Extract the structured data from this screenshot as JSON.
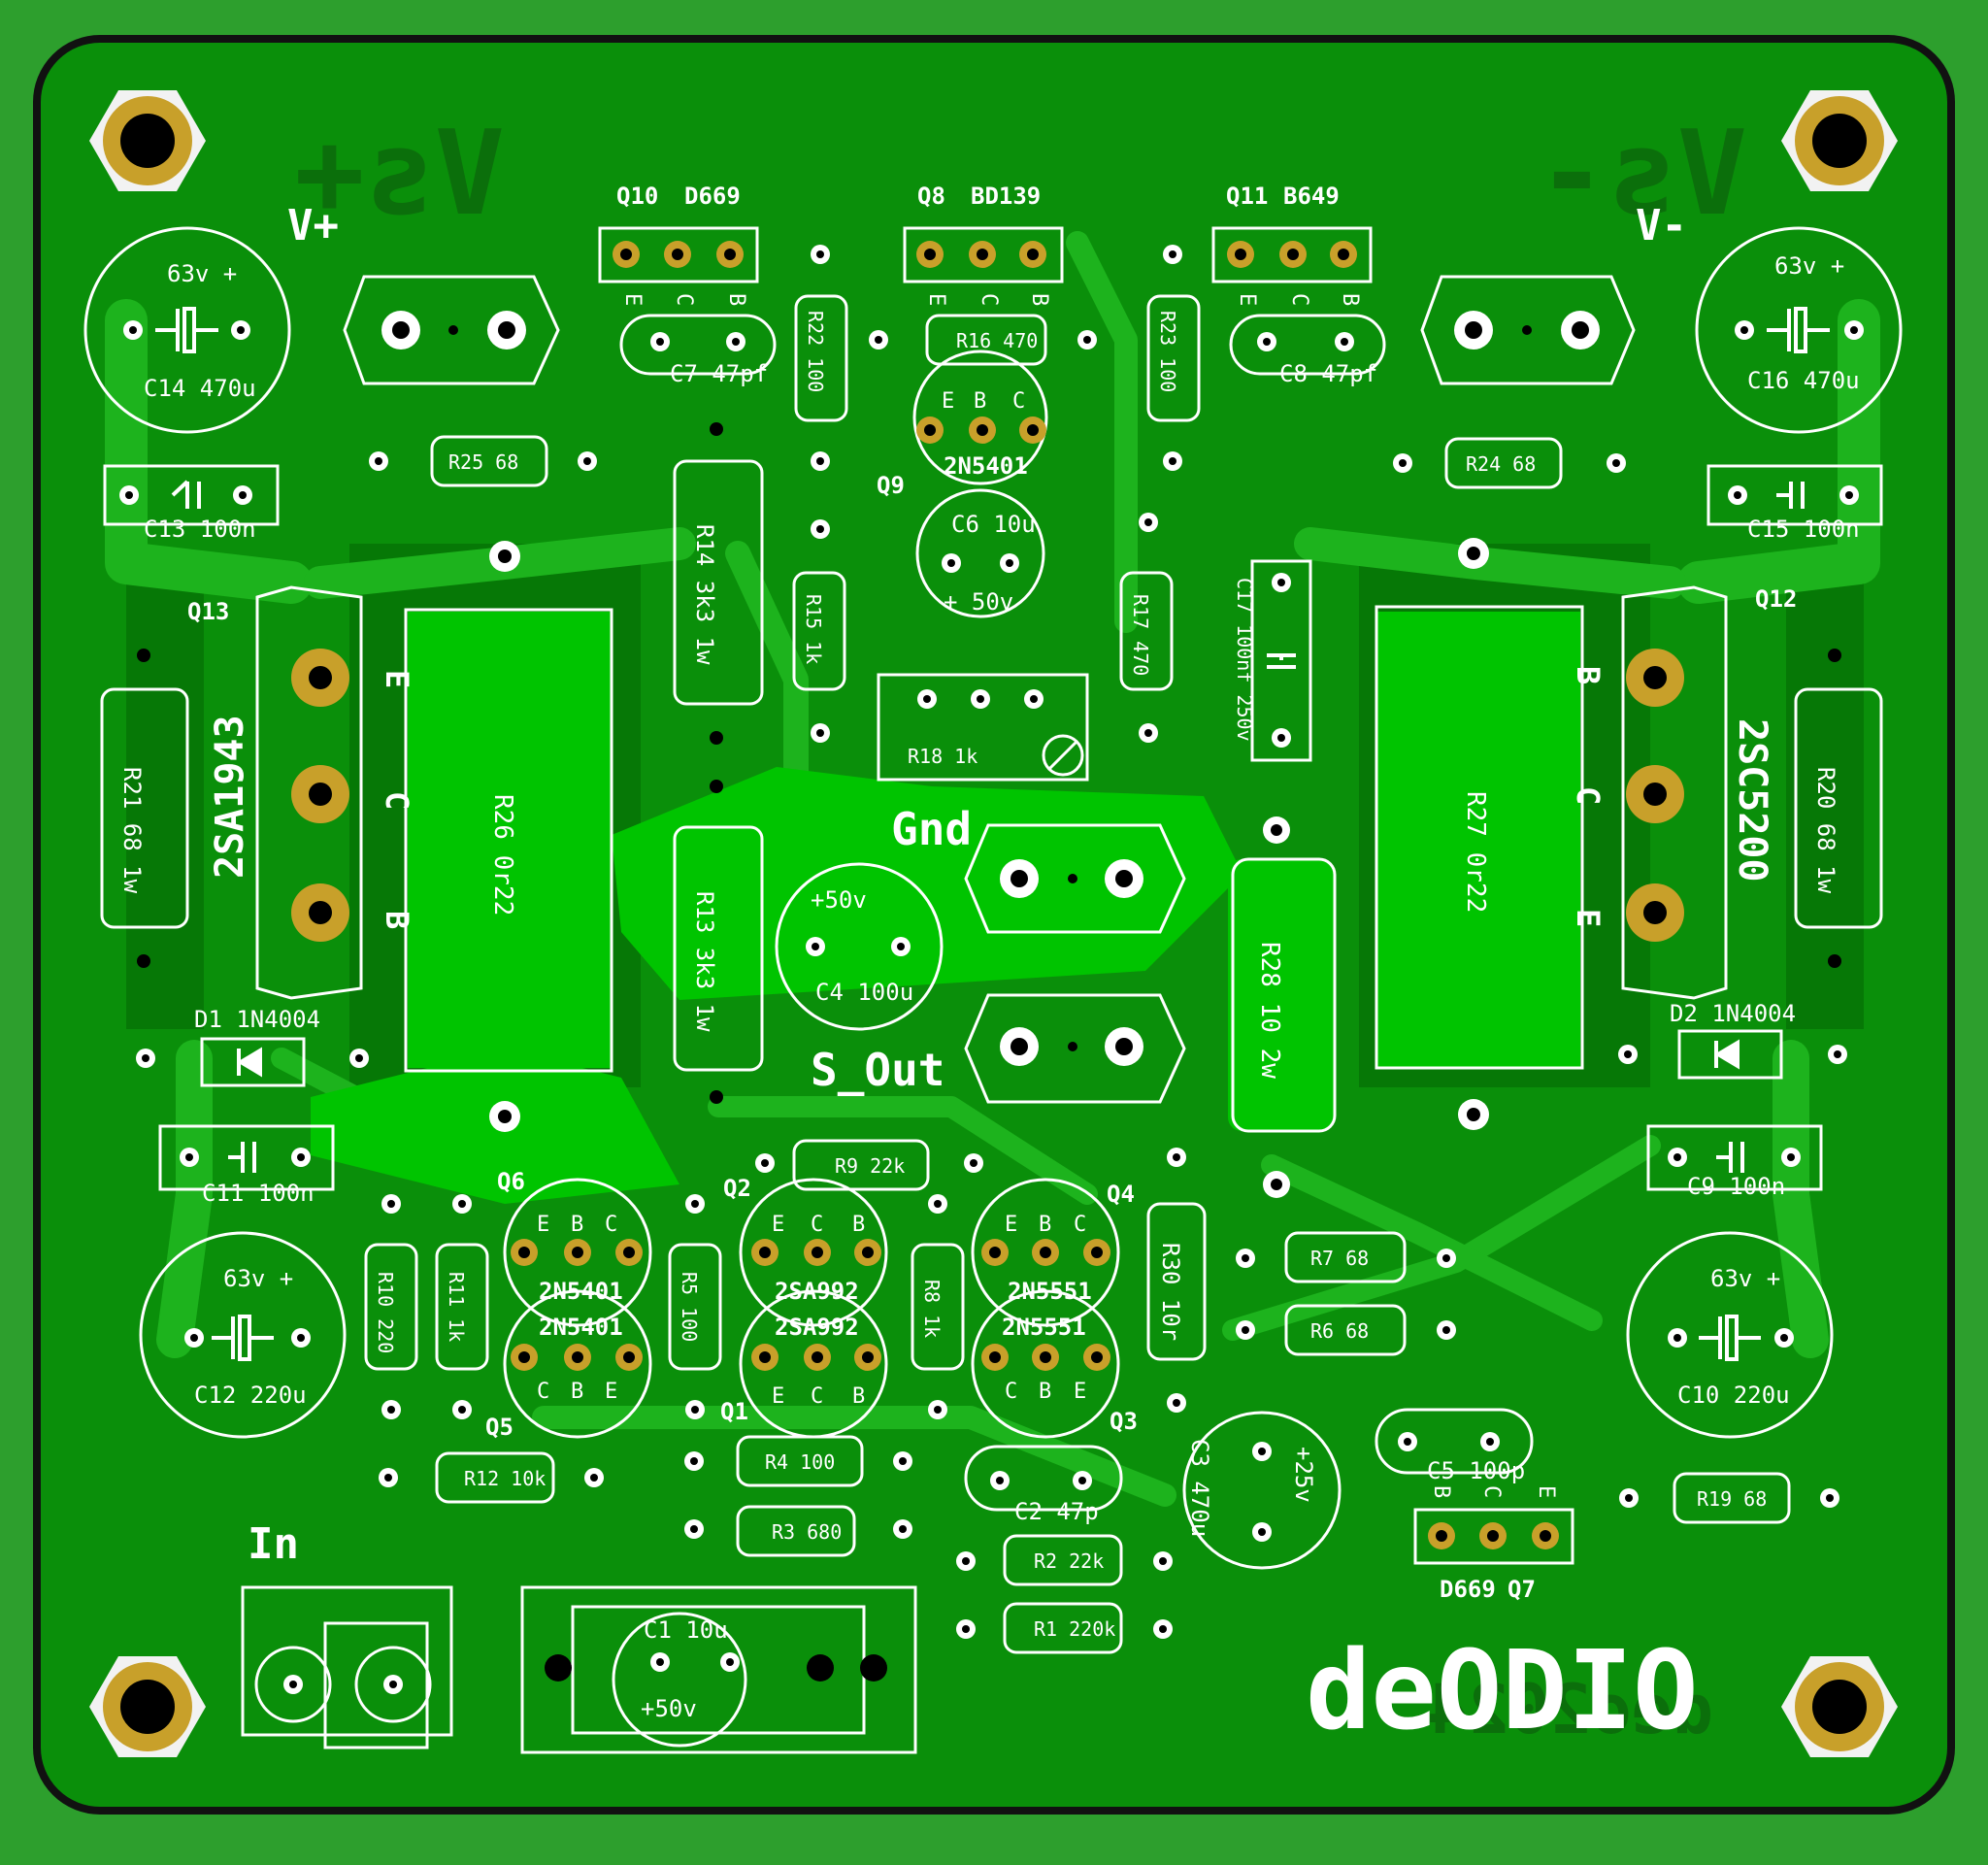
{
  "colors": {
    "outer_bg": "#2d9f2d",
    "board": "#0a8f0a",
    "board_dark": "#056b05",
    "trace": "#1db31d",
    "copper_fill": "#00c400",
    "silk": "#ffffff",
    "pad_gold": "#c8a02a",
    "pad_hole": "#000000",
    "outline": "#111111",
    "bottom_silk": "#0b6f0b"
  },
  "board": {
    "brand": "deODIO",
    "bottom_brand": "deo2024",
    "bottom_vplus": "Vs+",
    "bottom_vminus": "Vs-"
  },
  "labels": {
    "vplus": "V+",
    "vminus": "V-",
    "gnd": "Gnd",
    "sout": "S_Out",
    "input": "In"
  },
  "transistors_to92": [
    {
      "id": "Q10",
      "part": "D669",
      "pins": [
        "E",
        "C",
        "B"
      ]
    },
    {
      "id": "Q8",
      "part": "BD139",
      "pins": [
        "E",
        "C",
        "B"
      ]
    },
    {
      "id": "Q11",
      "part": "B649",
      "pins": [
        "E",
        "C",
        "B"
      ]
    },
    {
      "id": "Q7",
      "part": "D669",
      "pins": [
        "B",
        "C",
        "E"
      ]
    }
  ],
  "transistors_round": [
    {
      "id": "Q9",
      "part": "2N5401",
      "pins": [
        "E",
        "B",
        "C"
      ]
    },
    {
      "id": "Q6",
      "part": "2N5401",
      "pins": [
        "E",
        "B",
        "C"
      ]
    },
    {
      "id": "Q5",
      "part": "2N5401",
      "pins": [
        "C",
        "B",
        "E"
      ]
    },
    {
      "id": "Q2",
      "part": "2SA992",
      "pins": [
        "E",
        "C",
        "B"
      ]
    },
    {
      "id": "Q1",
      "part": "2SA992",
      "pins": [
        "E",
        "C",
        "B"
      ]
    },
    {
      "id": "Q4",
      "part": "2N5551",
      "pins": [
        "E",
        "B",
        "C"
      ]
    },
    {
      "id": "Q3",
      "part": "2N5551",
      "pins": [
        "C",
        "B",
        "E"
      ]
    }
  ],
  "power_transistors": [
    {
      "id": "Q13",
      "part": "2SA1943",
      "pins": [
        "E",
        "C",
        "B"
      ]
    },
    {
      "id": "Q12",
      "part": "2SC5200",
      "pins": [
        "B",
        "C",
        "E"
      ]
    }
  ],
  "resistors": {
    "r1": "R1 220k",
    "r2": "R2 22k",
    "r3": "R3 680",
    "r4": "R4 100",
    "r5": "R5 100",
    "r6": "R6 68",
    "r7": "R7 68",
    "r8": "R8 1k",
    "r9": "R9 22k",
    "r10": "R10 220",
    "r11": "R11 1k",
    "r12": "R12 10k",
    "r13": "R13 3k3 1w",
    "r14": "R14 3k3 1w",
    "r15": "R15 1k",
    "r16": "R16 470",
    "r17": "R17 470",
    "r18": "R18 1k",
    "r19": "R19 68",
    "r20": "R20 68 1w",
    "r21": "R21 68 1w",
    "r22": "R22 100",
    "r23": "R23 100",
    "r24": "R24 68",
    "r25": "R25 68",
    "r26": "R26 0r22",
    "r27": "R27 0r22",
    "r28": "R28 10 2w",
    "r30": "R30 10r"
  },
  "capacitors": {
    "c1": "C1 10u",
    "c1_v": "+50v",
    "c2": "C2 47p",
    "c3": "C3 470u",
    "c3_v": "+25v",
    "c4": "C4 100u",
    "c4_v": "+50v",
    "c5": "C5 100p",
    "c6": "C6 10u",
    "c6_v": "+ 50v",
    "c7": "C7 47pf",
    "c8": "C8 47pf",
    "c9": "C9 100n",
    "c10": "C10 220u",
    "c10_v": "63v +",
    "c11": "C11 100n",
    "c12": "C12 220u",
    "c12_v": "63v +",
    "c13": "C13 100n",
    "c14": "C14 470u",
    "c14_v": "63v +",
    "c15": "C15 100n",
    "c16": "C16 470u",
    "c16_v": "63v +",
    "c17": "C17 100nf 250v"
  },
  "diodes": {
    "d1": "D1 1N4004",
    "d2": "D2 1N4004"
  }
}
